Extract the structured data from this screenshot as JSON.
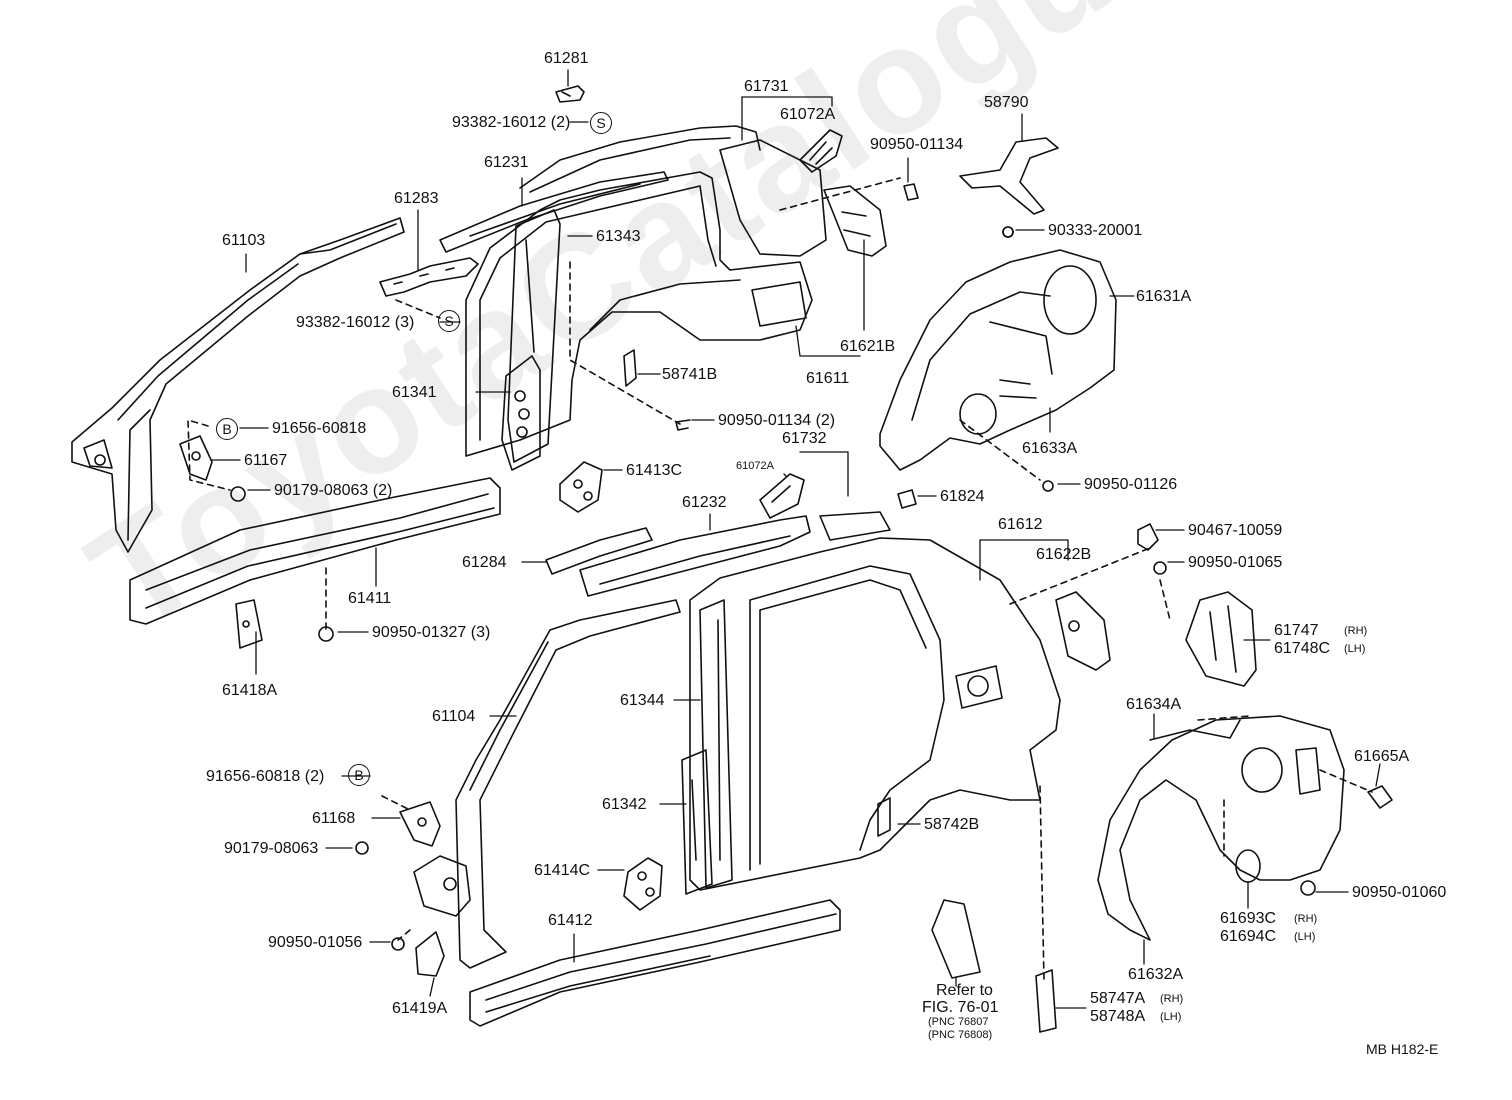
{
  "watermark": "ToyotaCatalogue.ru",
  "figure_code": "MB  H182-E",
  "labels": {
    "p61281": "61281",
    "p93382_16012_2": "93382-16012 (2)",
    "p61731": "61731",
    "p61072A_top": "61072A",
    "p90950_01134": "90950-01134",
    "p58790": "58790",
    "p61231": "61231",
    "p61283": "61283",
    "p61343": "61343",
    "p90333_20001": "90333-20001",
    "p61103": "61103",
    "p61631A": "61631A",
    "p93382_16012_3": "93382-16012 (3)",
    "p61621B": "61621B",
    "p58741B": "58741B",
    "p61611": "61611",
    "p61341": "61341",
    "p90950_01134_2": "90950-01134 (2)",
    "p91656_60818": "91656-60818",
    "p61732": "61732",
    "p61633A": "61633A",
    "p61167": "61167",
    "p61072A_mid": "61072A",
    "p61413C": "61413C",
    "p90179_08063_2": "90179-08063 (2)",
    "p90950_01126": "90950-01126",
    "p61824": "61824",
    "p61232": "61232",
    "p61612": "61612",
    "p90467_10059": "90467-10059",
    "p61622B": "61622B",
    "p61284": "61284",
    "p90950_01065": "90950-01065",
    "p61411": "61411",
    "p61747": "61747",
    "p61748C": "61748C",
    "p90950_01327_3": "90950-01327 (3)",
    "p61418A": "61418A",
    "p61344": "61344",
    "p61104": "61104",
    "p61634A": "61634A",
    "p61665A": "61665A",
    "p91656_60818_2": "91656-60818 (2)",
    "p61342": "61342",
    "p61168": "61168",
    "p58742B": "58742B",
    "p90179_08063": "90179-08063",
    "p61414C": "61414C",
    "p90950_01060": "90950-01060",
    "p61693C": "61693C",
    "p61694C": "61694C",
    "p61412": "61412",
    "p90950_01056": "90950-01056",
    "p61632A": "61632A",
    "p61419A": "61419A",
    "p58747A": "58747A",
    "p58748A": "58748A"
  },
  "side_tags": {
    "rh": "(RH)",
    "lh": "(LH)"
  },
  "badges": {
    "s": "S",
    "b": "B"
  },
  "reference_note": {
    "line1": "Refer to",
    "line2": "FIG. 76-01",
    "pnc1": "(PNC 76807",
    "pnc2": "(PNC 76808)"
  }
}
